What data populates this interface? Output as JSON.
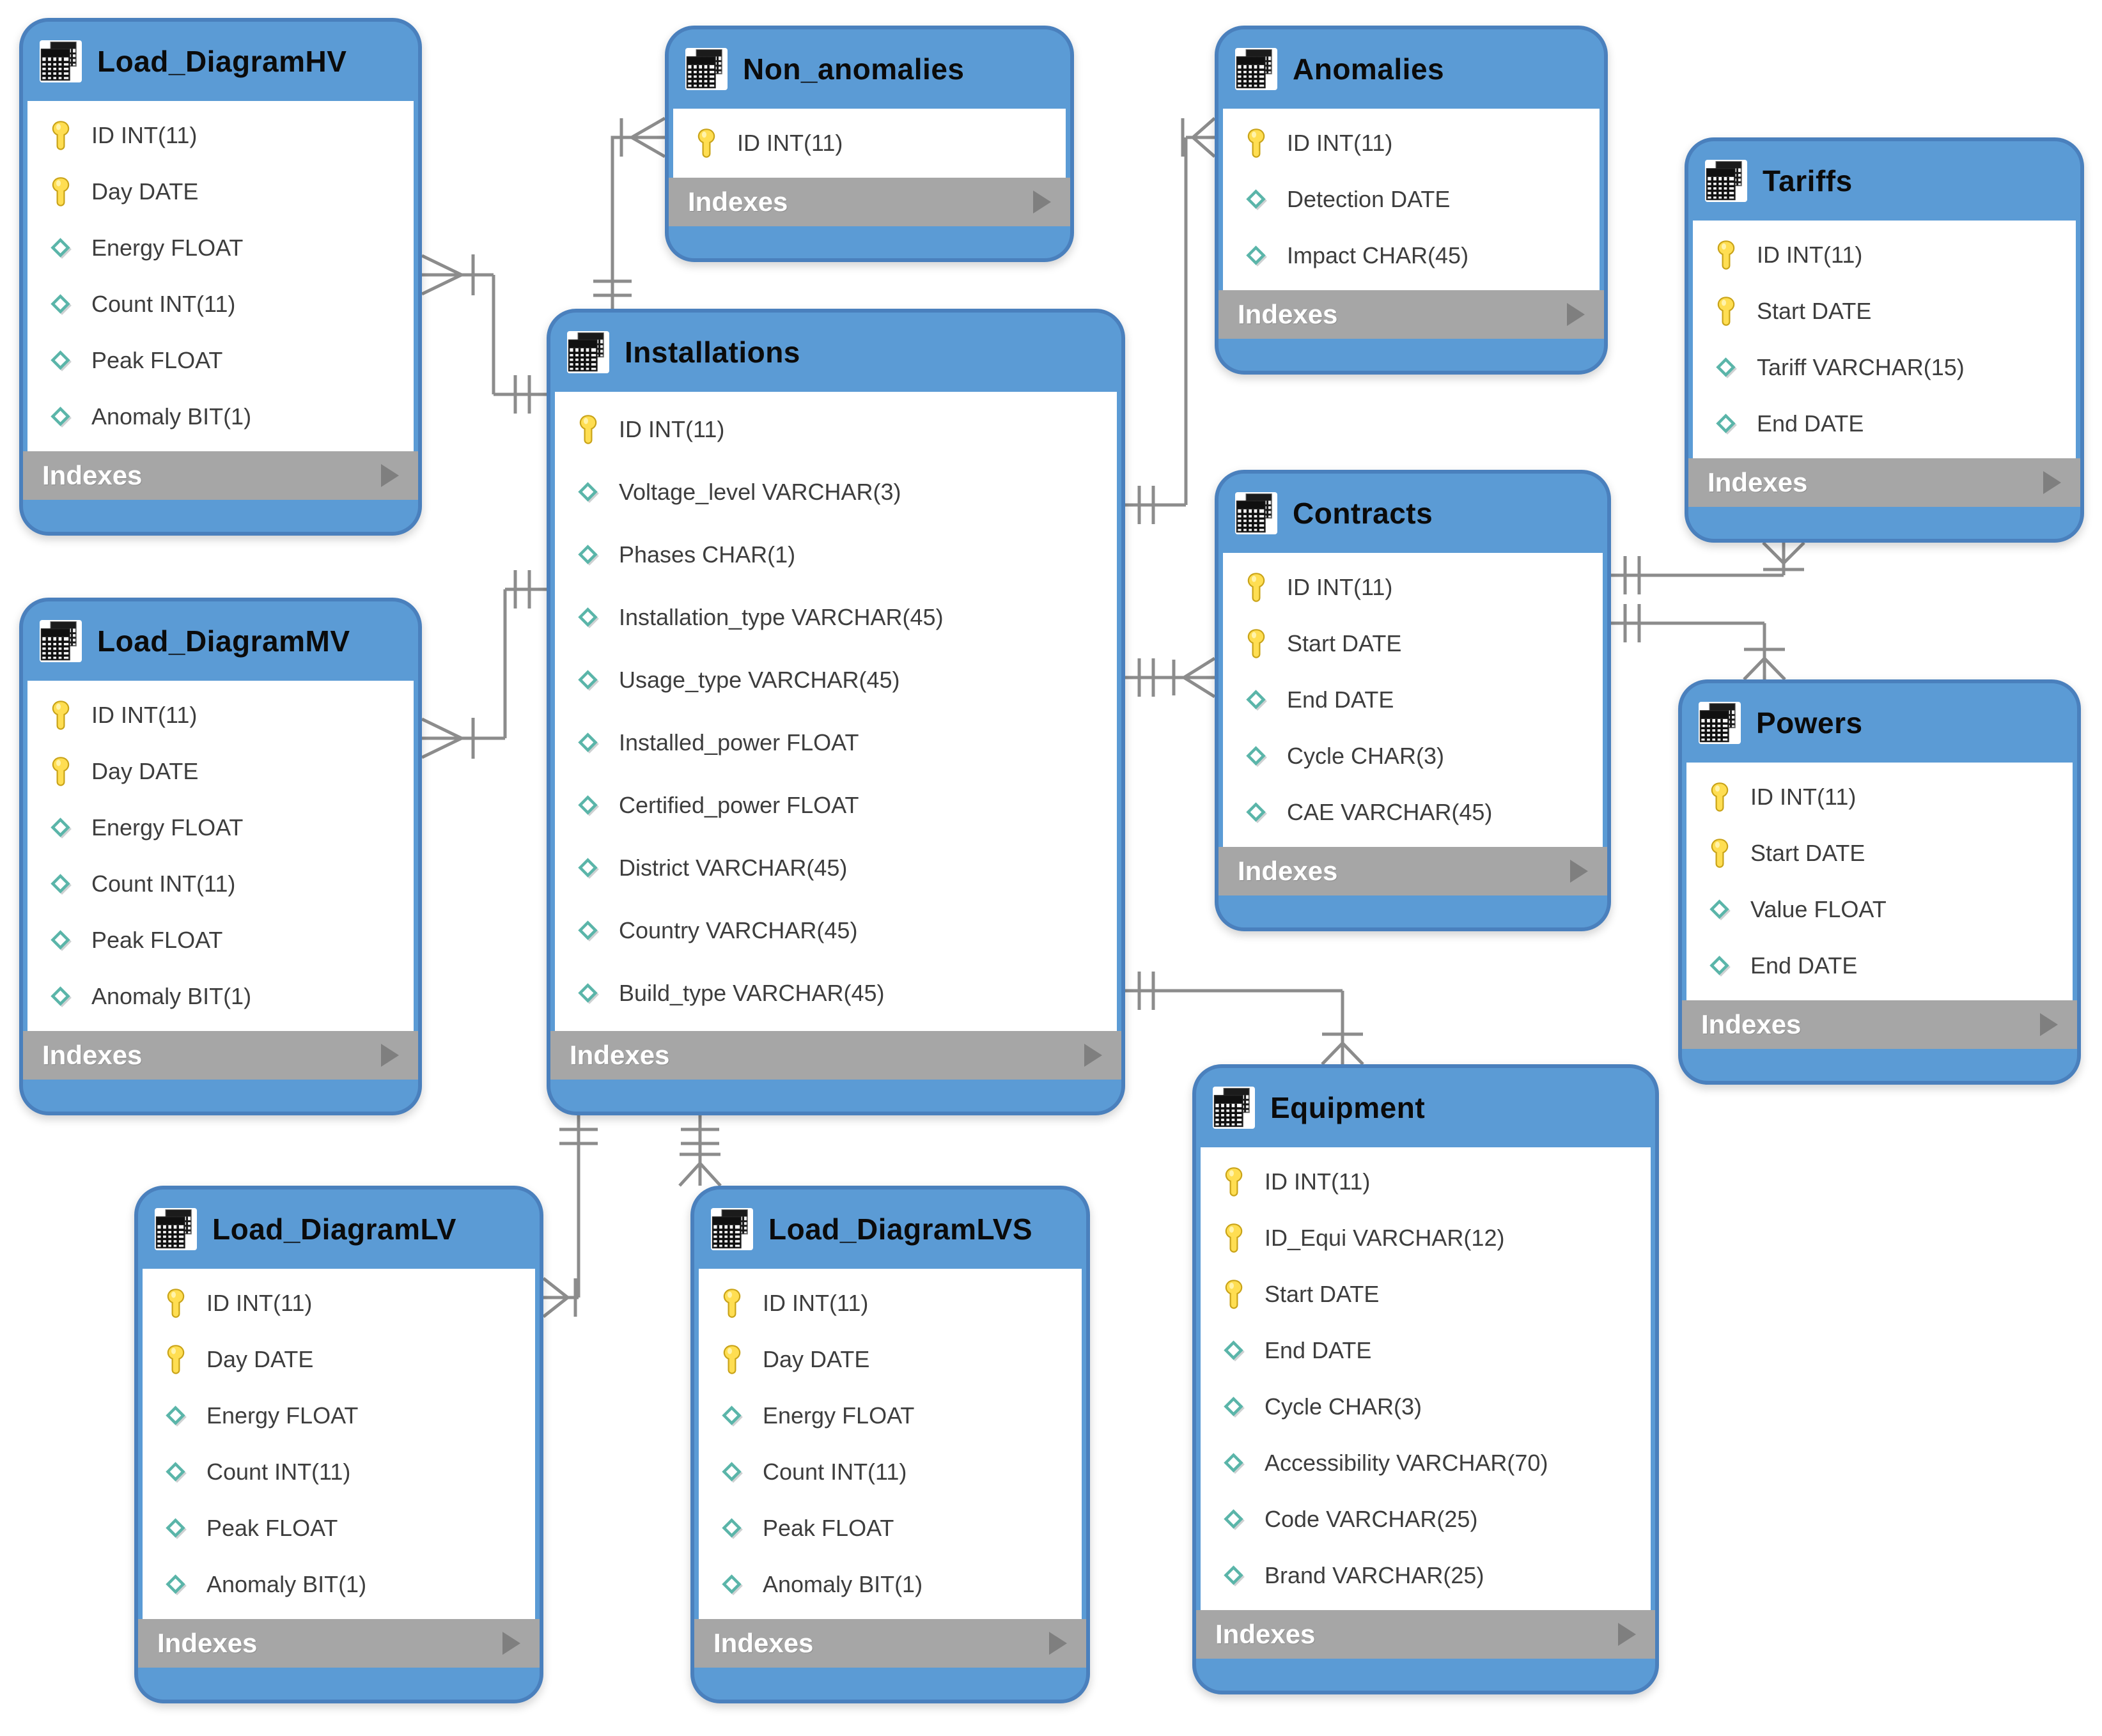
{
  "diagram": {
    "tables": [
      {
        "id": "load_diagram_hv",
        "name": "Load_DiagramHV",
        "indexes_label": "Indexes",
        "columns": [
          {
            "icon": "key",
            "label": "ID INT(11)"
          },
          {
            "icon": "key",
            "label": "Day DATE"
          },
          {
            "icon": "diamond",
            "label": "Energy FLOAT"
          },
          {
            "icon": "diamond",
            "label": "Count INT(11)"
          },
          {
            "icon": "diamond",
            "label": "Peak FLOAT"
          },
          {
            "icon": "diamond",
            "label": "Anomaly BIT(1)"
          }
        ]
      },
      {
        "id": "non_anomalies",
        "name": "Non_anomalies",
        "indexes_label": "Indexes",
        "columns": [
          {
            "icon": "key",
            "label": "ID INT(11)"
          }
        ]
      },
      {
        "id": "anomalies",
        "name": "Anomalies",
        "indexes_label": "Indexes",
        "columns": [
          {
            "icon": "key",
            "label": "ID INT(11)"
          },
          {
            "icon": "diamond",
            "label": "Detection DATE"
          },
          {
            "icon": "diamond",
            "label": "Impact CHAR(45)"
          }
        ]
      },
      {
        "id": "tariffs",
        "name": "Tariffs",
        "indexes_label": "Indexes",
        "columns": [
          {
            "icon": "key",
            "label": "ID INT(11)"
          },
          {
            "icon": "key",
            "label": "Start DATE"
          },
          {
            "icon": "diamond",
            "label": "Tariff VARCHAR(15)"
          },
          {
            "icon": "diamond",
            "label": "End DATE"
          }
        ]
      },
      {
        "id": "installations",
        "name": "Installations",
        "indexes_label": "Indexes",
        "columns": [
          {
            "icon": "key",
            "label": "ID INT(11)"
          },
          {
            "icon": "diamond",
            "label": "Voltage_level VARCHAR(3)"
          },
          {
            "icon": "diamond",
            "label": "Phases CHAR(1)"
          },
          {
            "icon": "diamond",
            "label": "Installation_type VARCHAR(45)"
          },
          {
            "icon": "diamond",
            "label": "Usage_type VARCHAR(45)"
          },
          {
            "icon": "diamond",
            "label": "Installed_power FLOAT"
          },
          {
            "icon": "diamond",
            "label": "Certified_power FLOAT"
          },
          {
            "icon": "diamond",
            "label": "District VARCHAR(45)"
          },
          {
            "icon": "diamond",
            "label": "Country VARCHAR(45)"
          },
          {
            "icon": "diamond",
            "label": "Build_type VARCHAR(45)"
          }
        ]
      },
      {
        "id": "contracts",
        "name": "Contracts",
        "indexes_label": "Indexes",
        "columns": [
          {
            "icon": "key",
            "label": "ID INT(11)"
          },
          {
            "icon": "key",
            "label": "Start DATE"
          },
          {
            "icon": "diamond",
            "label": "End DATE"
          },
          {
            "icon": "diamond",
            "label": "Cycle CHAR(3)"
          },
          {
            "icon": "diamond",
            "label": "CAE VARCHAR(45)"
          }
        ]
      },
      {
        "id": "load_diagram_mv",
        "name": "Load_DiagramMV",
        "indexes_label": "Indexes",
        "columns": [
          {
            "icon": "key",
            "label": "ID INT(11)"
          },
          {
            "icon": "key",
            "label": "Day DATE"
          },
          {
            "icon": "diamond",
            "label": "Energy FLOAT"
          },
          {
            "icon": "diamond",
            "label": "Count INT(11)"
          },
          {
            "icon": "diamond",
            "label": "Peak FLOAT"
          },
          {
            "icon": "diamond",
            "label": "Anomaly BIT(1)"
          }
        ]
      },
      {
        "id": "powers",
        "name": "Powers",
        "indexes_label": "Indexes",
        "columns": [
          {
            "icon": "key",
            "label": "ID INT(11)"
          },
          {
            "icon": "key",
            "label": "Start DATE"
          },
          {
            "icon": "diamond",
            "label": "Value FLOAT"
          },
          {
            "icon": "diamond",
            "label": "End DATE"
          }
        ]
      },
      {
        "id": "load_diagram_lv",
        "name": "Load_DiagramLV",
        "indexes_label": "Indexes",
        "columns": [
          {
            "icon": "key",
            "label": "ID INT(11)"
          },
          {
            "icon": "key",
            "label": "Day DATE"
          },
          {
            "icon": "diamond",
            "label": "Energy FLOAT"
          },
          {
            "icon": "diamond",
            "label": "Count INT(11)"
          },
          {
            "icon": "diamond",
            "label": "Peak FLOAT"
          },
          {
            "icon": "diamond",
            "label": "Anomaly BIT(1)"
          }
        ]
      },
      {
        "id": "load_diagram_lvs",
        "name": "Load_DiagramLVS",
        "indexes_label": "Indexes",
        "columns": [
          {
            "icon": "key",
            "label": "ID INT(11)"
          },
          {
            "icon": "key",
            "label": "Day DATE"
          },
          {
            "icon": "diamond",
            "label": "Energy FLOAT"
          },
          {
            "icon": "diamond",
            "label": "Count INT(11)"
          },
          {
            "icon": "diamond",
            "label": "Peak FLOAT"
          },
          {
            "icon": "diamond",
            "label": "Anomaly BIT(1)"
          }
        ]
      },
      {
        "id": "equipment",
        "name": "Equipment",
        "indexes_label": "Indexes",
        "columns": [
          {
            "icon": "key",
            "label": "ID INT(11)"
          },
          {
            "icon": "key",
            "label": "ID_Equi VARCHAR(12)"
          },
          {
            "icon": "key",
            "label": "Start DATE"
          },
          {
            "icon": "diamond",
            "label": "End DATE"
          },
          {
            "icon": "diamond",
            "label": "Cycle CHAR(3)"
          },
          {
            "icon": "diamond",
            "label": "Accessibility VARCHAR(70)"
          },
          {
            "icon": "diamond",
            "label": "Code VARCHAR(25)"
          },
          {
            "icon": "diamond",
            "label": "Brand VARCHAR(25)"
          }
        ]
      }
    ],
    "relationships": [
      {
        "one_side": "Installations",
        "many_side": "Load_DiagramHV",
        "type": "one-to-many"
      },
      {
        "one_side": "Installations",
        "many_side": "Load_DiagramMV",
        "type": "one-to-many"
      },
      {
        "one_side": "Installations",
        "many_side": "Non_anomalies",
        "type": "one-to-many"
      },
      {
        "one_side": "Installations",
        "many_side": "Anomalies",
        "type": "one-to-many"
      },
      {
        "one_side": "Installations",
        "many_side": "Contracts",
        "type": "one-to-many"
      },
      {
        "one_side": "Contracts",
        "many_side": "Tariffs",
        "type": "one-to-many"
      },
      {
        "one_side": "Contracts",
        "many_side": "Powers",
        "type": "one-to-many"
      },
      {
        "one_side": "Installations",
        "many_side": "Equipment",
        "type": "one-to-many"
      },
      {
        "one_side": "Installations",
        "many_side": "Load_DiagramLV",
        "type": "one-to-many"
      },
      {
        "one_side": "Installations",
        "many_side": "Load_DiagramLVS",
        "type": "one-to-many"
      }
    ]
  },
  "colors": {
    "table_header_blue": "#5B9BD5",
    "table_border_blue": "#4A80BD",
    "indexes_bar_gray": "#A6A6A6",
    "indexes_arrow_gray": "#7F7F7F",
    "connector_gray": "#8C8C8C",
    "primary_key_yellow": "#FFDE52",
    "attribute_diamond_teal": "#5AB5A9",
    "row_text": "#3D3D3D",
    "background": "#FFFFFF"
  }
}
